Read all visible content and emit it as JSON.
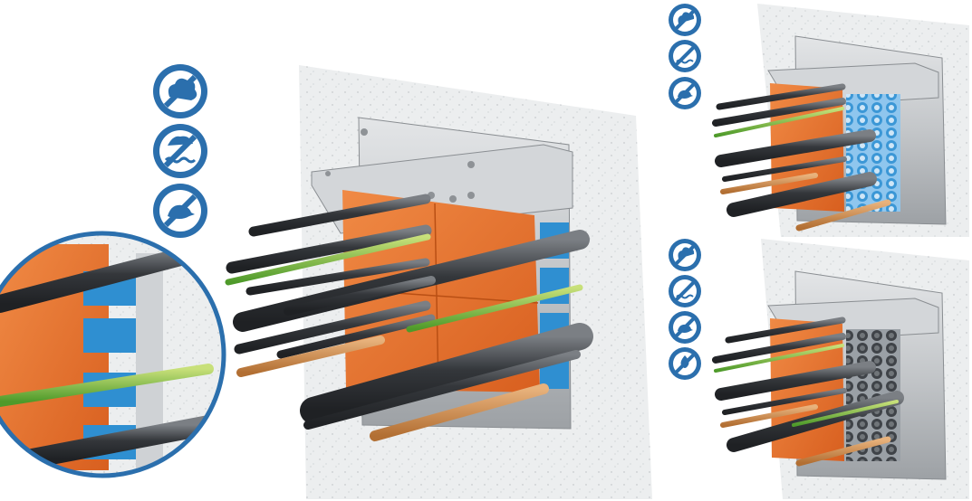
{
  "scene": {
    "illustrations": [
      {
        "name": "main-cable-transit",
        "seal": "orange-foam"
      },
      {
        "name": "top-right-cable-transit",
        "seal": "blue-modules"
      },
      {
        "name": "bottom-right-cable-transit",
        "seal": "grey-modules"
      }
    ],
    "badge_groups": [
      {
        "name": "main",
        "icons": [
          "smoke-icon",
          "water-icon",
          "rodent-icon"
        ]
      },
      {
        "name": "top-right",
        "icons": [
          "smoke-icon",
          "water-icon",
          "rodent-icon"
        ]
      },
      {
        "name": "bottom-right",
        "icons": [
          "smoke-icon",
          "water-icon",
          "rodent-icon",
          "fire-icon"
        ]
      }
    ],
    "colors": {
      "wall": "#eceeef",
      "frame": "#b9bcbf",
      "foam": "#e8702b",
      "blue_module": "#2f8fd1",
      "cable_dark": "#3a3d42",
      "cable_green": "#79b83a",
      "cable_copper": "#c98a4e",
      "badge": "#2b6fad"
    }
  }
}
